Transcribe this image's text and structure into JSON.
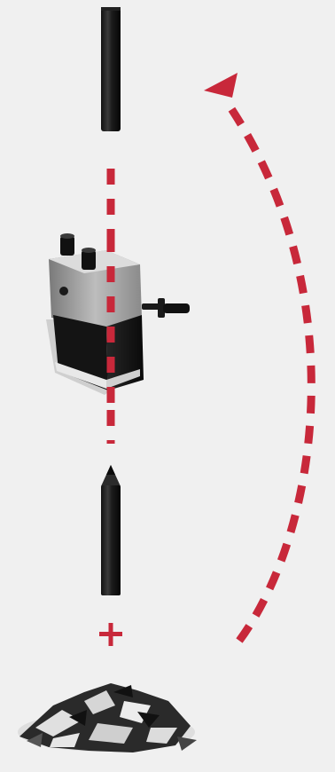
{
  "diagram": {
    "accent_color": "#c8283a",
    "background_color": "#f0f0f0",
    "elements": [
      "pencil-stub",
      "pencil-sharpener",
      "sharpened-pencil",
      "plus-sign",
      "pencil-shavings",
      "feed-arrow-dashed",
      "cycle-arrow-dashed"
    ],
    "labels": []
  }
}
